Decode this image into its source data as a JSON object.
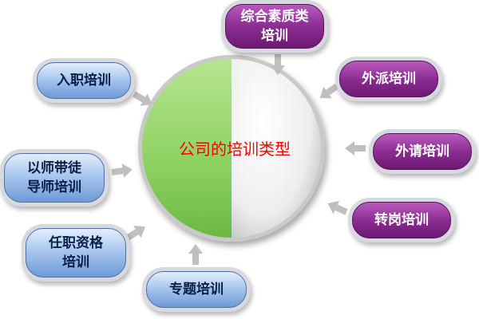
{
  "center": {
    "title": "公司的培训类型",
    "left_color": "#8cd160",
    "right_color": "#f4f4f4"
  },
  "arrow_color": "#bfbfbf",
  "nodes": [
    {
      "key": "ruzhi",
      "label": "入职培训",
      "style": "blue"
    },
    {
      "key": "yishi",
      "label": "以师带徒\n导师培训",
      "style": "blue"
    },
    {
      "key": "renzhi",
      "label": "任职资格\n培训",
      "style": "blue"
    },
    {
      "key": "zhuanti",
      "label": "专题培训",
      "style": "blue"
    },
    {
      "key": "zonghe",
      "label": "综合素质类\n培训",
      "style": "purple"
    },
    {
      "key": "waipai",
      "label": "外派培训",
      "style": "purple"
    },
    {
      "key": "waiqing",
      "label": "外请培训",
      "style": "purple"
    },
    {
      "key": "zhuangang",
      "label": "转岗培训",
      "style": "purple"
    }
  ]
}
